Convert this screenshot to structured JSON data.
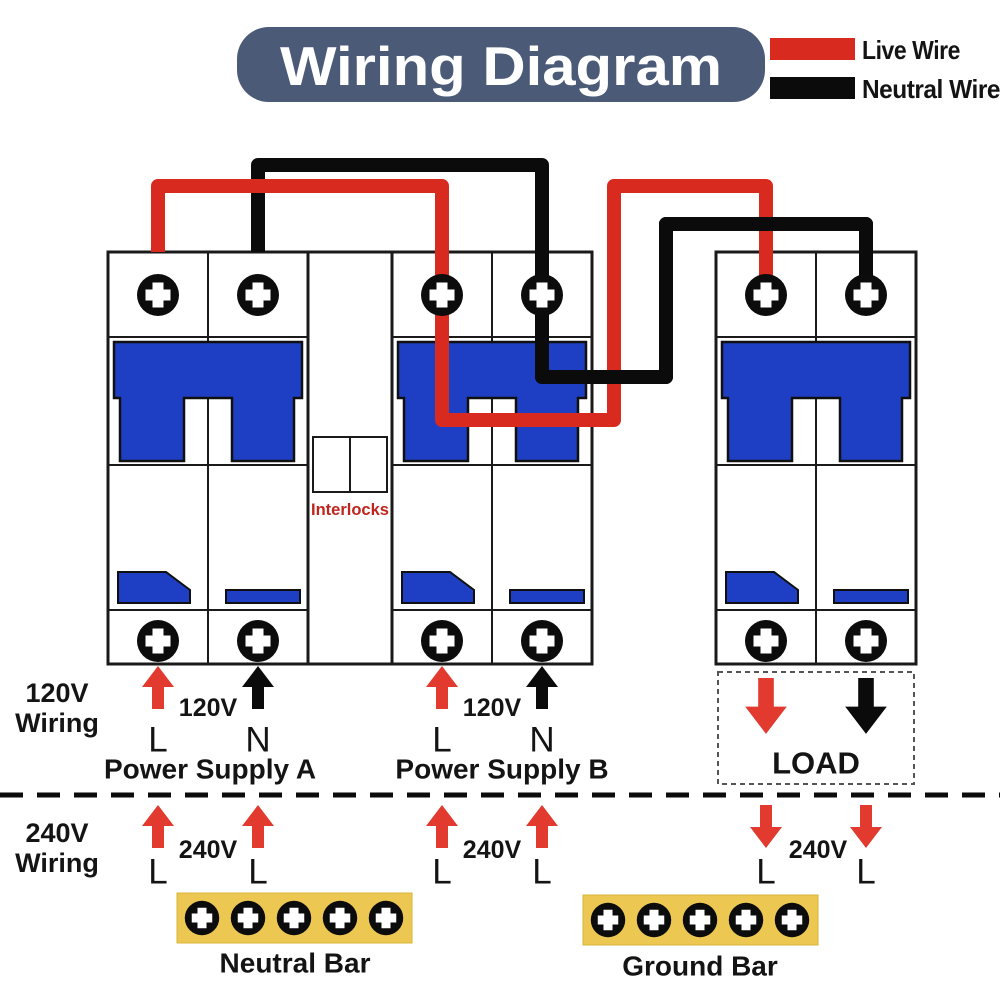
{
  "title": "Wiring Diagram",
  "legend": {
    "live_label": "Live Wire",
    "neutral_label": "Neutral Wire"
  },
  "section_labels": {
    "v120": {
      "line1": "120V",
      "line2": "Wiring"
    },
    "v240": {
      "line1": "240V",
      "line2": "Wiring"
    }
  },
  "interlocks_label": "Interlocks",
  "supply_a": {
    "name": "Power Supply A",
    "v120": {
      "voltage": "120V",
      "live": "L",
      "neutral": "N"
    },
    "v240": {
      "voltage": "240V",
      "live1": "L",
      "live2": "L"
    }
  },
  "supply_b": {
    "name": "Power Supply B",
    "v120": {
      "voltage": "120V",
      "live": "L",
      "neutral": "N"
    },
    "v240": {
      "voltage": "240V",
      "live1": "L",
      "live2": "L"
    }
  },
  "load": {
    "name": "LOAD",
    "v240": {
      "voltage": "240V",
      "live1": "L",
      "live2": "L"
    }
  },
  "bars": {
    "neutral": "Neutral Bar",
    "ground": "Ground Bar"
  },
  "colors": {
    "live_wire": "#d92a20",
    "neutral_wire": "#0b0b0b",
    "breaker_blue": "#1e3fc3",
    "bar_yellow": "#ecc751",
    "banner_bg": "#4b5a77",
    "interlock_red": "#bf241d",
    "arrow_red": "#e23a2e",
    "text_black": "#141414"
  }
}
